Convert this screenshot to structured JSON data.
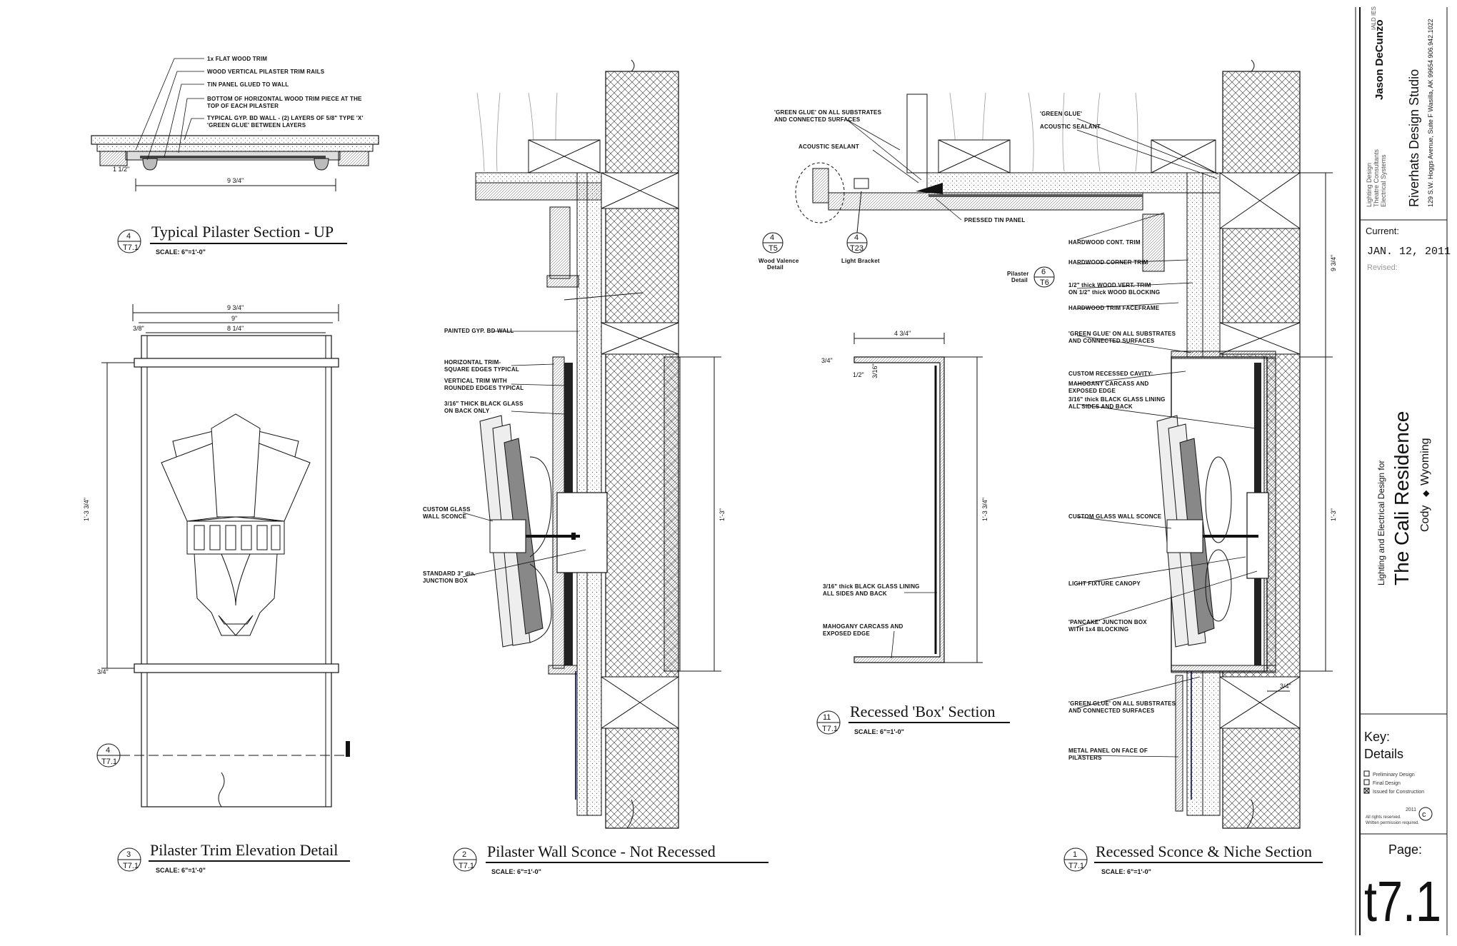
{
  "titleblock": {
    "designer_name": "Jason DeCunzo",
    "designer_suffix": "IALD IES",
    "services": [
      "Lighting Design",
      "Theatre Consultants",
      "Electrical Systems"
    ],
    "studio": "Riverhats Design Studio",
    "address": "129 S.W. Hoggs Avenue, Suite F Wasilla, AK 99654  906.942.1022",
    "project_for": "Lighting and Electrical Design for",
    "project_name": "The Cali Residence",
    "city": "Cody",
    "state": "Wyoming",
    "current_label": "Current:",
    "current_date": "JAN. 12, 2011",
    "revised_label": "Revised:",
    "key_label": "Key:",
    "key_value": "Details",
    "legend": [
      "Preliminary Design",
      "Final Design",
      "Issued for Construction"
    ],
    "copyright_year": "2011",
    "copyright_text": [
      "All rights reserved.",
      "Written permission required."
    ],
    "page_label": "Page:",
    "page_number": "t7.1"
  },
  "details": {
    "d4": {
      "number": "4",
      "sheet": "T7.1",
      "title": "Typical Pilaster Section - UP",
      "scale": "SCALE: 6\"=1'-0\""
    },
    "d3": {
      "number": "3",
      "sheet": "T7.1",
      "title": "Pilaster Trim Elevation Detail",
      "scale": "SCALE: 6\"=1'-0\""
    },
    "d2": {
      "number": "2",
      "sheet": "T7.1",
      "title": "Pilaster Wall Sconce - Not Recessed",
      "scale": "SCALE: 6\"=1'-0\""
    },
    "d11": {
      "number": "11",
      "sheet": "T7.1",
      "title": "Recessed 'Box' Section",
      "scale": "SCALE: 6\"=1'-0\""
    },
    "d1": {
      "number": "1",
      "sheet": "T7.1",
      "title": "Recessed Sconce & Niche Section",
      "scale": "SCALE: 6\"=1'-0\""
    }
  },
  "notes": {
    "d4": [
      "1x FLAT WOOD TRIM",
      "WOOD VERTICAL PILASTER TRIM RAILS",
      "TIN PANEL GLUED TO WALL",
      "BOTTOM OF HORIZONTAL WOOD TRIM PIECE AT THE",
      "TOP OF EACH PILASTER",
      "TYPICAL GYP. BD WALL - (2) LAYERS OF 5/8\" TYPE 'X'",
      "'GREEN GLUE' BETWEEN LAYERS"
    ],
    "d2": [
      "PAINTED GYP. BD WALL",
      "HORIZONTAL TRIM-",
      "SQUARE EDGES TYPICAL",
      "VERTICAL TRIM WITH",
      "ROUNDED EDGES TYPICAL",
      "3/16\" THICK BLACK GLASS",
      "ON BACK ONLY",
      "CUSTOM GLASS",
      "WALL SCONCE",
      "STANDARD 3\" dia.",
      "JUNCTION BOX"
    ],
    "d11": [
      "3/16\" thick BLACK GLASS LINING",
      "ALL SIDES AND BACK",
      "MAHOGANY CARCASS AND",
      "EXPOSED EDGE"
    ],
    "d1_left": [
      "'GREEN GLUE' ON ALL SUBSTRATES",
      "AND CONNECTED SURFACES",
      "ACOUSTIC SEALANT",
      "PRESSED TIN PANEL"
    ],
    "d1_right": [
      "'GREEN GLUE'",
      "ACOUSTIC SEALANT",
      "HARDWOOD CONT. TRIM",
      "HARDWOOD CORNER TRIM",
      "1/2\" thick WOOD VERT. TRIM",
      "ON 1/2\" thick WOOD BLOCKING",
      "HARDWOOD TRIM FACEFRAME",
      "'GREEN GLUE' ON ALL SUBSTRATES",
      "AND CONNECTED SURFACES",
      "CUSTOM RECESSED CAVITY:",
      "MAHOGANY CARCASS AND",
      "EXPOSED EDGE",
      "3/16\" thick BLACK GLASS LINING",
      "ALL SIDES AND BACK",
      "CUSTOM GLASS WALL SCONCE",
      "LIGHT FIXTURE CANOPY",
      "'PANCAKE' JUNCTION BOX",
      "WITH 1x4 BLOCKING",
      "'GREEN GLUE' ON ALL SUBSTRATES",
      "AND CONNECTED SURFACES",
      "METAL PANEL ON FACE OF",
      "PILASTERS"
    ],
    "refs": {
      "ref4_num": "4",
      "ref4_sheet": "T5",
      "ref4_label": "Wood Valence",
      "ref4_label2": "Detail",
      "ref4b_num": "4",
      "ref4b_sheet": "T23",
      "ref4b_label": "Light Bracket",
      "ref6_num": "6",
      "ref6_sheet": "T6",
      "ref6_label": "Pilaster",
      "ref6_label2": "Detail"
    }
  },
  "dims": {
    "d4_width": "9 3/4\"",
    "d4_left": "1 1/2\"",
    "d3_total": "9 3/4\"",
    "d3_inner": "9\"",
    "d3_inner2": "8 1/4\"",
    "d3_small": "3/8\"",
    "d3_height": "1'-3 3/4\"",
    "d3_base": "3/4\"",
    "d3_callout_num": "4",
    "d3_callout_sheet": "T7.1",
    "d2_height": "1'-3\"",
    "d11_width": "4 3/4\"",
    "d11_height": "1'-3 3/4\"",
    "d11_a": "3/4\"",
    "d11_b": "1/2\"",
    "d11_c": "3/16\"",
    "d1_height": "9 3/4\"",
    "d1_height2": "1'-3\"",
    "d1_depth": "3/4\""
  }
}
